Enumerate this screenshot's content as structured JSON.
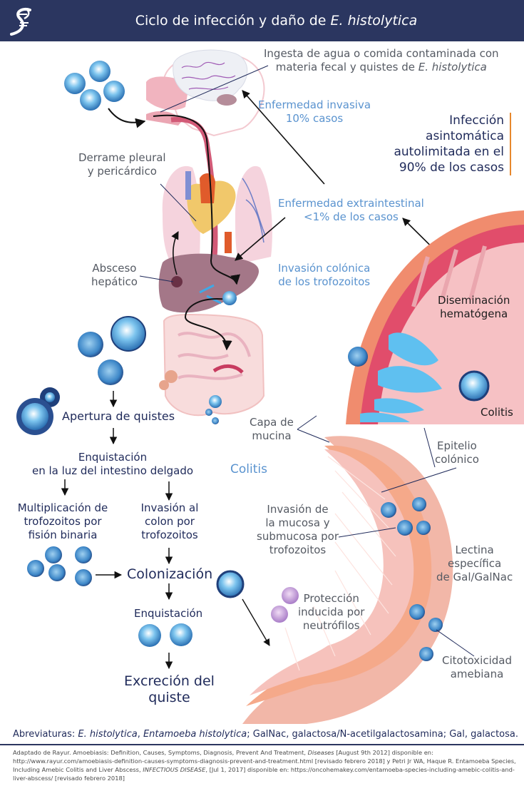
{
  "header": {
    "logo_icon": "helix-logo-icon",
    "title_prefix": "Ciclo de infección y daño de ",
    "title_italic": "E. histolytica"
  },
  "labels": {
    "ingesta_line1": "Ingesta de agua o comida contaminada con",
    "ingesta_line2_prefix": "materia fecal y quistes de ",
    "ingesta_line2_italic": "E. histolytica",
    "invasiva_line1": "Enfermedad invasiva",
    "invasiva_line2": "10% casos",
    "asintomatica": [
      "Infección",
      "asintomática",
      "autolimitada en el",
      "90% de los casos"
    ],
    "derrame_line1": "Derrame pleural",
    "derrame_line2": "y pericárdico",
    "extraintestinal_line1": "Enfermedad extraintestinal",
    "extraintestinal_line2": "<1% de los casos",
    "absceso_line1": "Absceso",
    "absceso_line2": "hepático",
    "invasion_colonica_line1": "Invasión colónica",
    "invasion_colonica_line2": "de los trofozoitos",
    "diseminacion_line1": "Diseminación",
    "diseminacion_line2": "hematógena",
    "colitis_inset": "Colitis",
    "capa_line1": "Capa de",
    "capa_line2": "mucina",
    "colitis_section": "Colitis",
    "epitelio_line1": "Epitelio",
    "epitelio_line2": "colónico",
    "invasion_mucosa": [
      "Invasión de",
      "la mucosa y",
      "submucosa por",
      "trofozoitos"
    ],
    "lectina": [
      "Lectina",
      "específica",
      "de Gal/GalNac"
    ],
    "proteccion": [
      "Protección",
      "inducida por",
      "neutrófilos"
    ],
    "citotoxicidad": [
      "Citotoxicidad",
      "amebiana"
    ]
  },
  "flow": {
    "apertura": "Apertura de quistes",
    "enquistacion_line1": "Enquistación",
    "enquistacion_line2": "en la luz del intestino delgado",
    "multiplicacion": [
      "Multiplicación de",
      "trofozoitos por",
      "fisión binaria"
    ],
    "invasion_colon": [
      "Invasión al",
      "colon por",
      "trofozoitos"
    ],
    "colonizacion": "Colonización",
    "enquistacion2": "Enquistación",
    "excrecion_line1": "Excreción del",
    "excrecion_line2": "quiste"
  },
  "footer": {
    "abbr_label": "Abreviaturas: ",
    "abbr_italic1": "E. histolytica",
    "abbr_sep1": ", ",
    "abbr_italic2": "Entamoeba histolytica",
    "abbr_rest": "; GalNac, galactosa/N-acetilgalactosamina; Gal, galactosa.",
    "ref_part1": "Adaptado de Rayur. Amoebiasis: Definition, Causes, Symptoms, Diagnosis, Prevent And Treatment, ",
    "ref_italic1": "Diseases",
    "ref_part2": " [August 9th 2012] disponible en: http://www.rayur.com/amoebiasis-definition-causes-symptoms-diagnosis-prevent-and-treatment.html [revisado febrero 2018] y Petri Jr WA, Haque R. Entamoeba Species, Including Amebic Colitis and Liver Abscess, ",
    "ref_italic2": "INFECTIOUS DISEASE",
    "ref_part3": ", [Jul 1, 2017] disponible en: https://oncohemakey.com/entamoeba-species-including-amebic-colitis-and-liver-abscess/ [revisado febrero 2018]"
  },
  "colors": {
    "header_bg": "#2b3660",
    "navy_text": "#1f2a5a",
    "blue_text": "#5a93cf",
    "accent_orange": "#e7882d",
    "tissue_pink": "#f2b7a8",
    "cyst_blue": "#3f8fd1"
  }
}
